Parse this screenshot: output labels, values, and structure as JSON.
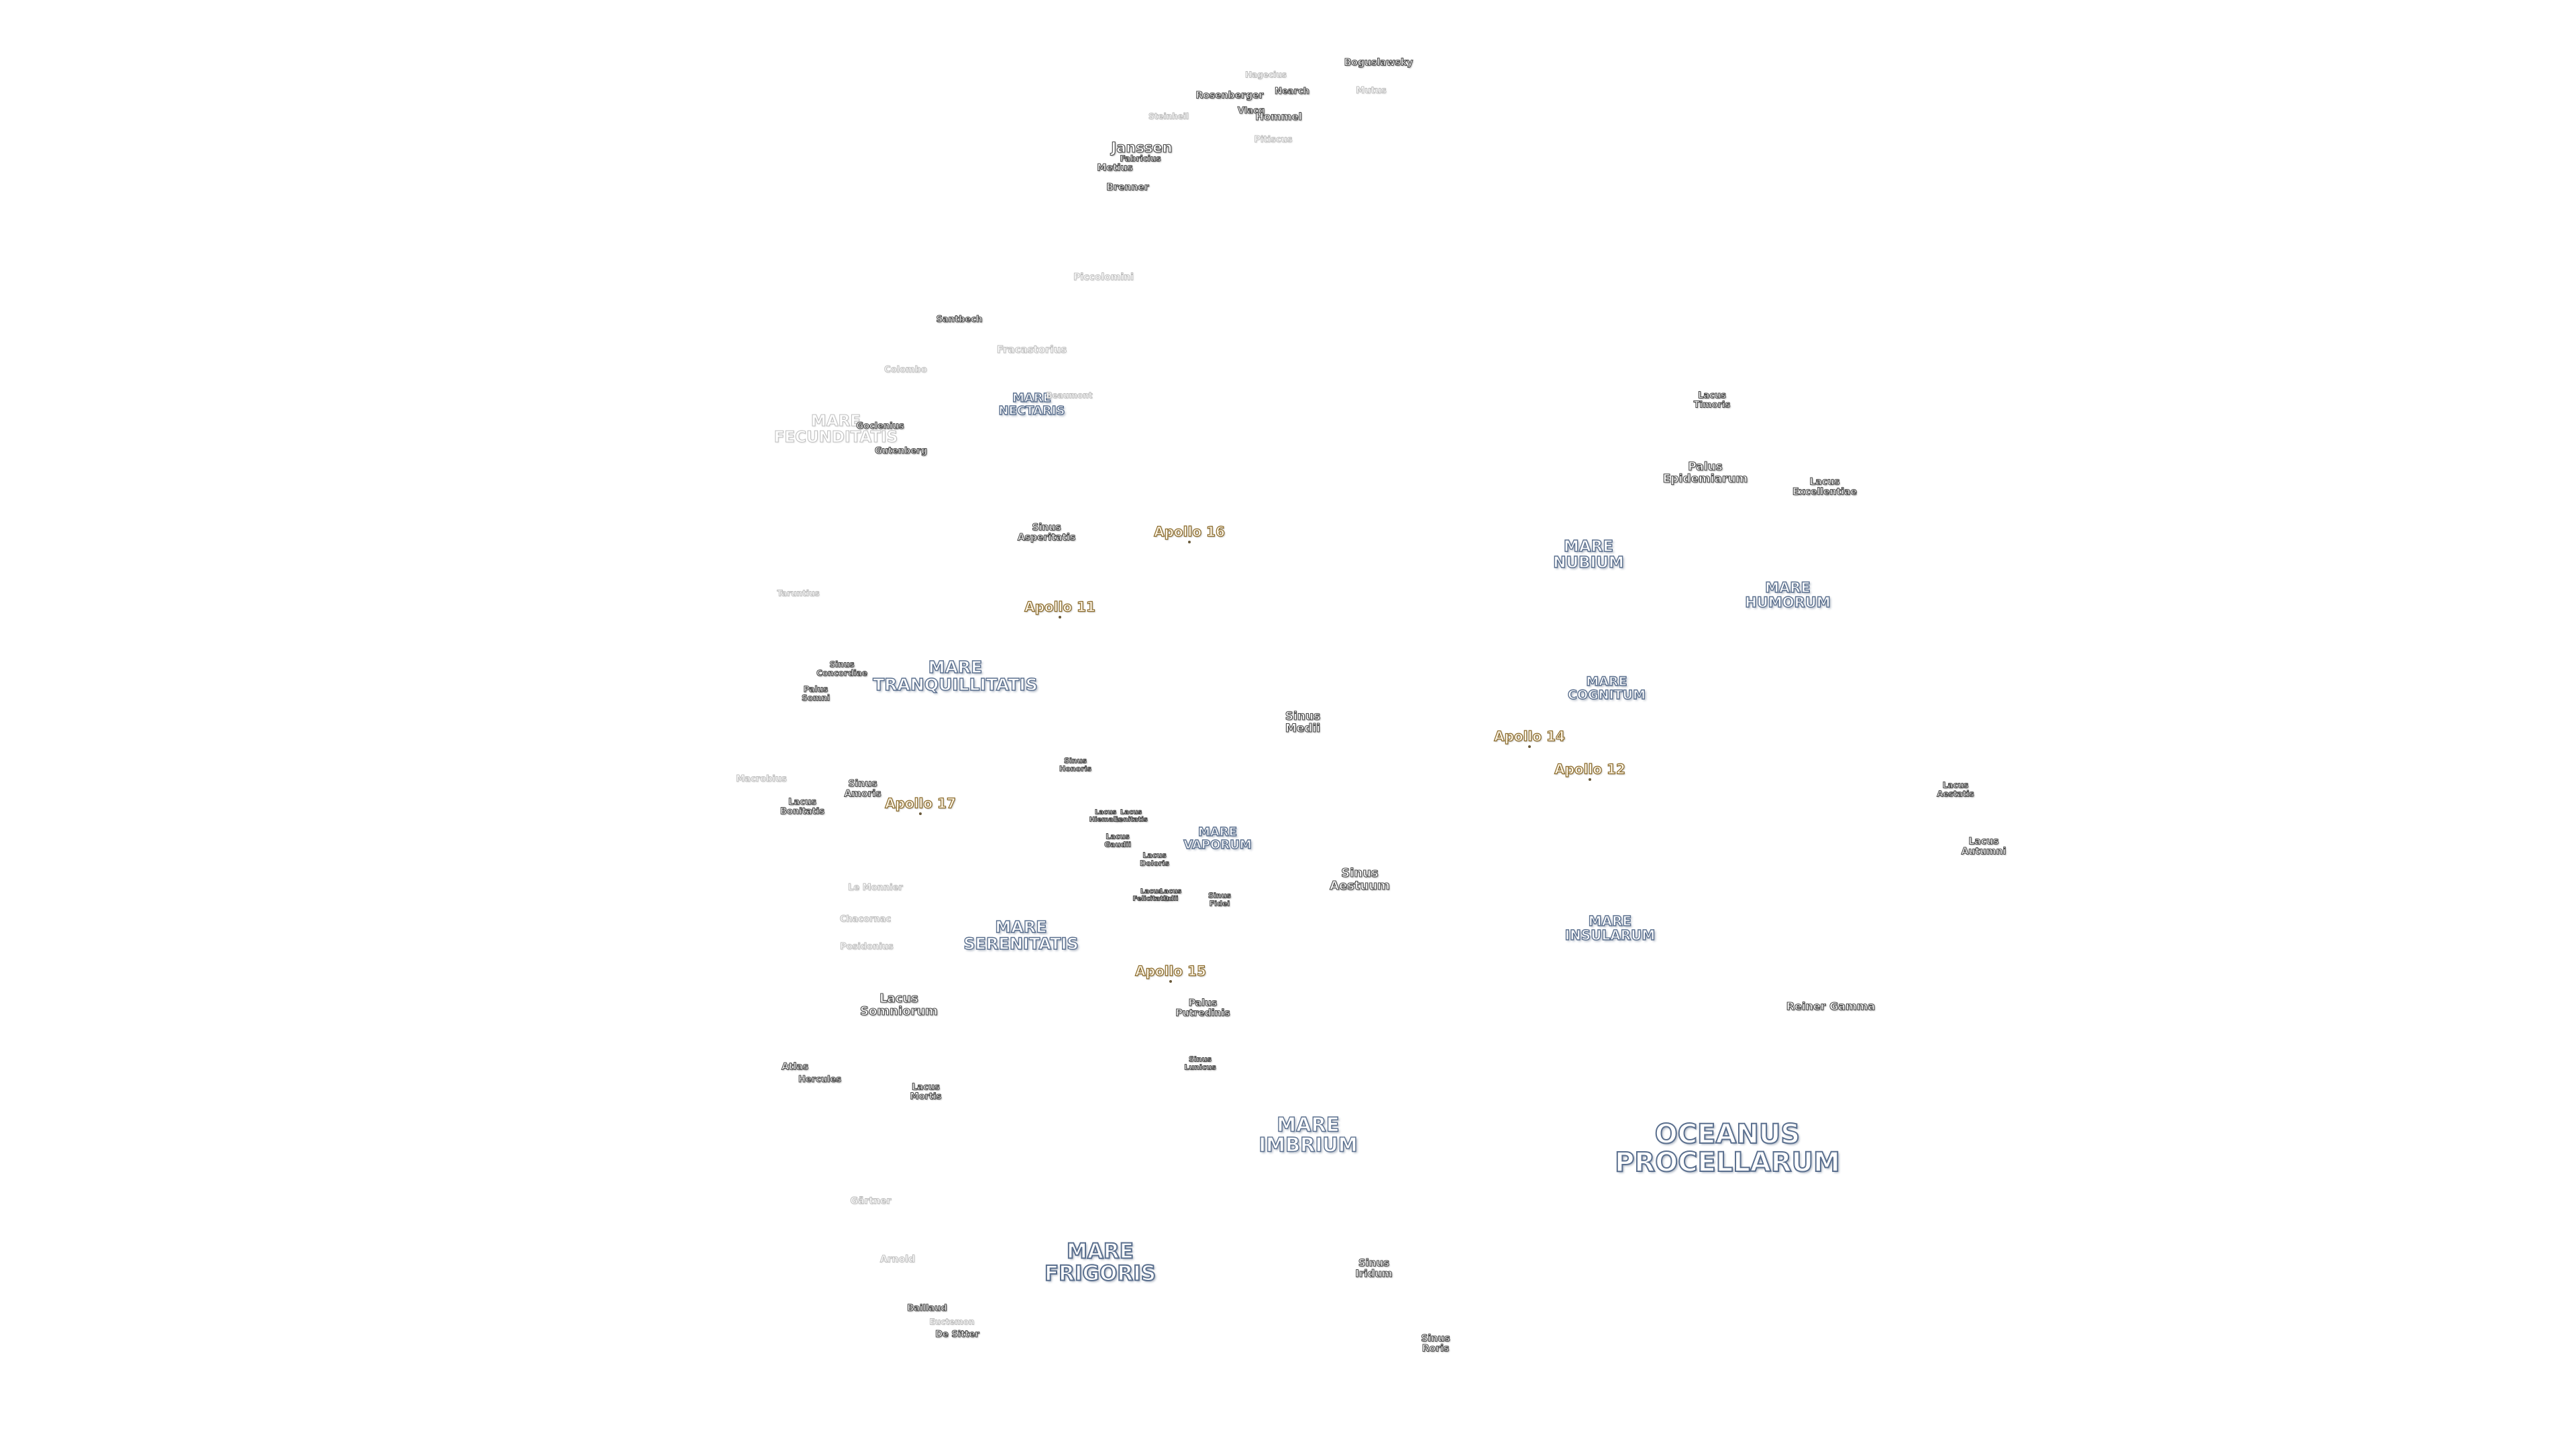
{
  "map": {
    "labels": [
      {
        "id": "oceanus-procellarum",
        "text": "OCEANUS\nPROCELLARUM",
        "kind": "mare"
      },
      {
        "id": "mare-imbrium",
        "text": "MARE\nIMBRIUM",
        "kind": "mare"
      },
      {
        "id": "mare-frigoris",
        "text": "MARE\nFRIGORIS",
        "kind": "mare"
      },
      {
        "id": "mare-serenitatis",
        "text": "MARE\nSERENITATIS",
        "kind": "mare"
      },
      {
        "id": "mare-tranquillitatis",
        "text": "MARE\nTRANQUILLITATIS",
        "kind": "mare"
      },
      {
        "id": "mare-nubium",
        "text": "MARE\nNUBIUM",
        "kind": "mare"
      },
      {
        "id": "mare-humorum",
        "text": "MARE\nHUMORUM",
        "kind": "mare"
      },
      {
        "id": "mare-cognitum",
        "text": "MARE\nCOGNITUM",
        "kind": "mare"
      },
      {
        "id": "mare-insularum",
        "text": "MARE\nINSULARUM",
        "kind": "mare"
      },
      {
        "id": "mare-nectaris",
        "text": "MARE\nNECTARIS",
        "kind": "mare"
      },
      {
        "id": "mare-vaporum",
        "text": "MARE\nVAPORUM",
        "kind": "mare"
      },
      {
        "id": "mare-fecunditatis",
        "text": "MARE\nFECUNDITATIS",
        "kind": "faint"
      },
      {
        "id": "sinus-aestuum",
        "text": "Sinus\nAestuum",
        "kind": "small"
      },
      {
        "id": "sinus-medii",
        "text": "Sinus\nMedii",
        "kind": "small"
      },
      {
        "id": "sinus-iridum",
        "text": "Sinus\nIridum",
        "kind": "small"
      },
      {
        "id": "sinus-roris",
        "text": "Sinus\nRoris",
        "kind": "small"
      },
      {
        "id": "sinus-asperitatis",
        "text": "Sinus\nAsperitatis",
        "kind": "small"
      },
      {
        "id": "sinus-amoris",
        "text": "Sinus\nAmoris",
        "kind": "small"
      },
      {
        "id": "sinus-concordiae",
        "text": "Sinus\nConcordiae",
        "kind": "small"
      },
      {
        "id": "sinus-honoris",
        "text": "Sinus\nHonoris",
        "kind": "small"
      },
      {
        "id": "sinus-fidei",
        "text": "Sinus\nFidei",
        "kind": "small"
      },
      {
        "id": "sinus-lunicus",
        "text": "Sinus\nLunicus",
        "kind": "small"
      },
      {
        "id": "palus-somni",
        "text": "Palus\nSomni",
        "kind": "small"
      },
      {
        "id": "palus-putredinis",
        "text": "Palus\nPutredinis",
        "kind": "small"
      },
      {
        "id": "palus-epidemiarum",
        "text": "Palus\nEpidemiarum",
        "kind": "small"
      },
      {
        "id": "lacus-somniorum",
        "text": "Lacus\nSomniorum",
        "kind": "small"
      },
      {
        "id": "lacus-mortis",
        "text": "Lacus\nMortis",
        "kind": "small"
      },
      {
        "id": "lacus-bonitatis",
        "text": "Lacus\nBonitatis",
        "kind": "small"
      },
      {
        "id": "lacus-timoris",
        "text": "Lacus\nTimoris",
        "kind": "small"
      },
      {
        "id": "lacus-excellentiae",
        "text": "Lacus\nExcellentiae",
        "kind": "small"
      },
      {
        "id": "lacus-aestatis",
        "text": "Lacus\nAestatis",
        "kind": "small"
      },
      {
        "id": "lacus-autumni",
        "text": "Lacus\nAutumni",
        "kind": "small"
      },
      {
        "id": "lacus-gaudii",
        "text": "Lacus\nGaudii",
        "kind": "small"
      },
      {
        "id": "lacus-doloris",
        "text": "Lacus\nDoloris",
        "kind": "small"
      },
      {
        "id": "lacus-hiemalis",
        "text": "Lacus\nHiemalis",
        "kind": "small"
      },
      {
        "id": "lacus-lenitatis",
        "text": "Lacus\nLenitatis",
        "kind": "small"
      },
      {
        "id": "lacus-felicitatis",
        "text": "Lacus\nFelicitatis",
        "kind": "small"
      },
      {
        "id": "lacus-odii",
        "text": "Lacus\nOdii",
        "kind": "small"
      },
      {
        "id": "reiner-gamma",
        "text": "Reiner Gamma",
        "kind": "small"
      },
      {
        "id": "janssen",
        "text": "Janssen",
        "kind": "small"
      },
      {
        "id": "fabricius",
        "text": "Fabricius",
        "kind": "small"
      },
      {
        "id": "metius",
        "text": "Metius",
        "kind": "small"
      },
      {
        "id": "brenner",
        "text": "Brenner",
        "kind": "small"
      },
      {
        "id": "rosenberger",
        "text": "Rosenberger",
        "kind": "small"
      },
      {
        "id": "vlacq",
        "text": "Vlacq",
        "kind": "small"
      },
      {
        "id": "hommel",
        "text": "Hommel",
        "kind": "small"
      },
      {
        "id": "nearch",
        "text": "Nearch",
        "kind": "small"
      },
      {
        "id": "boguslawsky",
        "text": "Boguslawsky",
        "kind": "small"
      },
      {
        "id": "santbech",
        "text": "Santbech",
        "kind": "small"
      },
      {
        "id": "goclenius",
        "text": "Goclenius",
        "kind": "small"
      },
      {
        "id": "gutenberg",
        "text": "Gutenberg",
        "kind": "small"
      },
      {
        "id": "atlas",
        "text": "Atlas",
        "kind": "small"
      },
      {
        "id": "hercules",
        "text": "Hercules",
        "kind": "small"
      },
      {
        "id": "bailaud",
        "text": "Baillaud",
        "kind": "small"
      },
      {
        "id": "de-sitter",
        "text": "De Sitter",
        "kind": "small"
      },
      {
        "id": "hagecius",
        "text": "Hagecius",
        "kind": "faint"
      },
      {
        "id": "steinheil",
        "text": "Steinheil",
        "kind": "faint"
      },
      {
        "id": "mutus",
        "text": "Mutus",
        "kind": "faint"
      },
      {
        "id": "pitiscus",
        "text": "Pitiscus",
        "kind": "faint"
      },
      {
        "id": "piccolomini",
        "text": "Piccolomini",
        "kind": "faint"
      },
      {
        "id": "fracastorius",
        "text": "Fracastorius",
        "kind": "faint"
      },
      {
        "id": "colombo",
        "text": "Colombo",
        "kind": "faint"
      },
      {
        "id": "beaumont",
        "text": "Beaumont",
        "kind": "faint"
      },
      {
        "id": "taruntius",
        "text": "Taruntius",
        "kind": "faint"
      },
      {
        "id": "macrobius",
        "text": "Macrobius",
        "kind": "faint"
      },
      {
        "id": "le-monnier",
        "text": "Le Monnier",
        "kind": "faint"
      },
      {
        "id": "chacornac",
        "text": "Chacornac",
        "kind": "faint"
      },
      {
        "id": "posidonius",
        "text": "Posidonius",
        "kind": "faint"
      },
      {
        "id": "gartner",
        "text": "Gärtner",
        "kind": "faint"
      },
      {
        "id": "arnold",
        "text": "Arnold",
        "kind": "faint"
      },
      {
        "id": "euctemon",
        "text": "Euctemon",
        "kind": "faint"
      },
      {
        "id": "apollo-11",
        "text": "Apollo 11",
        "kind": "apollo"
      },
      {
        "id": "apollo-12",
        "text": "Apollo 12",
        "kind": "apollo"
      },
      {
        "id": "apollo-14",
        "text": "Apollo 14",
        "kind": "apollo"
      },
      {
        "id": "apollo-15",
        "text": "Apollo 15",
        "kind": "apollo"
      },
      {
        "id": "apollo-16",
        "text": "Apollo 16",
        "kind": "apollo"
      },
      {
        "id": "apollo-17",
        "text": "Apollo 17",
        "kind": "apollo"
      }
    ]
  }
}
